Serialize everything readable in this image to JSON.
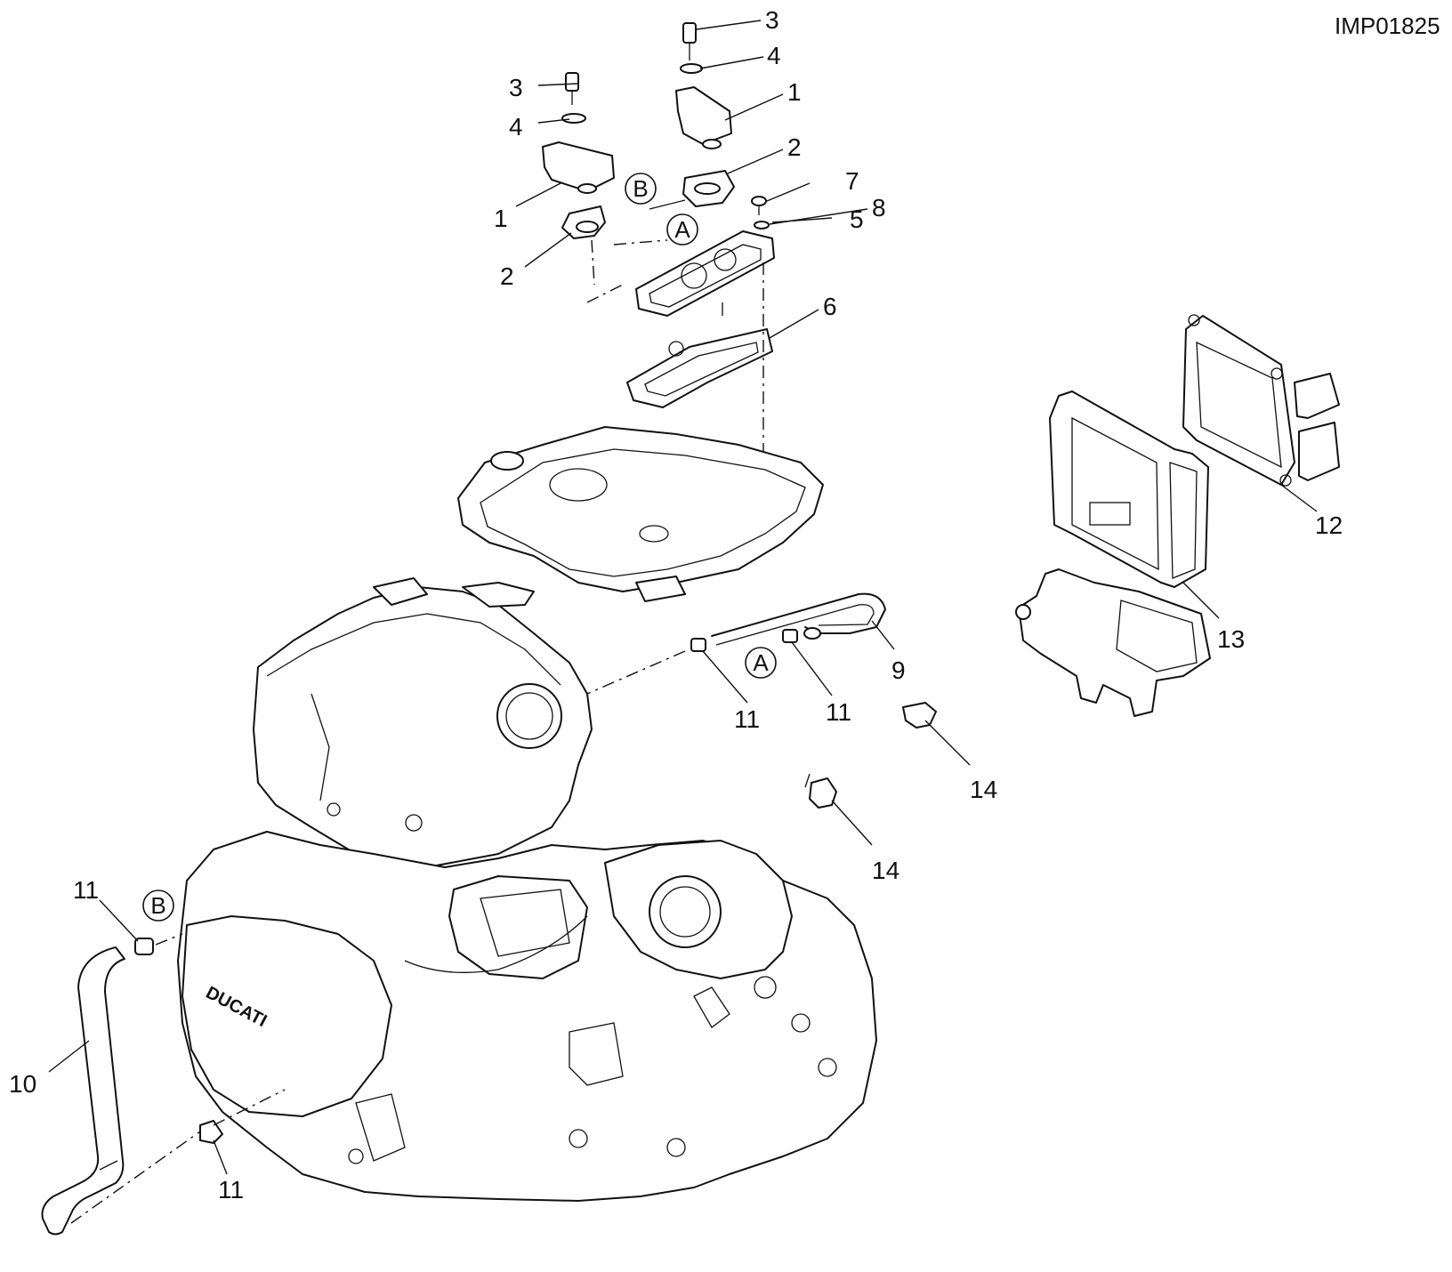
{
  "drawing_code": "IMP01825",
  "brand_marking": "DUCATI",
  "reference_letters": {
    "a": "A",
    "b": "B"
  },
  "callouts": {
    "c1": "1",
    "c2": "2",
    "c3": "3",
    "c4": "4",
    "c5": "5",
    "c6": "6",
    "c7": "7",
    "c8": "8",
    "c9": "9",
    "c10": "10",
    "c11": "11",
    "c12": "12",
    "c13": "13",
    "c14": "14"
  }
}
